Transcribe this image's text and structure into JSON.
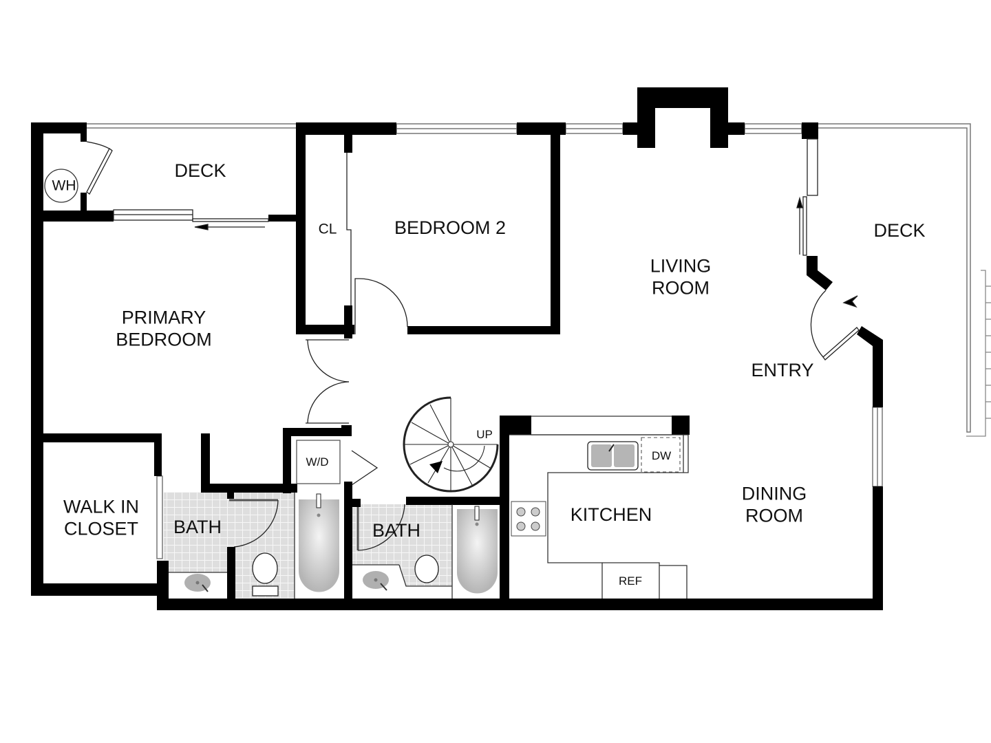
{
  "floor_plan": {
    "rooms": [
      {
        "id": "deck-west",
        "label": "DECK"
      },
      {
        "id": "bedroom-2",
        "label": "BEDROOM 2"
      },
      {
        "id": "closet",
        "label": "CL"
      },
      {
        "id": "living-room",
        "label_lines": [
          "LIVING",
          "ROOM"
        ]
      },
      {
        "id": "deck-east",
        "label": "DECK"
      },
      {
        "id": "primary-bedroom",
        "label_lines": [
          "PRIMARY",
          "BEDROOM"
        ]
      },
      {
        "id": "entry",
        "label": "ENTRY"
      },
      {
        "id": "walk-in-closet",
        "label_lines": [
          "WALK IN",
          "CLOSET"
        ]
      },
      {
        "id": "bath-primary",
        "label": "BATH"
      },
      {
        "id": "bath-hall",
        "label": "BATH"
      },
      {
        "id": "kitchen",
        "label": "KITCHEN"
      },
      {
        "id": "dining-room",
        "label_lines": [
          "DINING",
          "ROOM"
        ]
      }
    ],
    "fixtures": {
      "water_heater": "WH",
      "washer_dryer": "W/D",
      "dishwasher": "DW",
      "refrigerator": "REF",
      "stairs": "UP"
    },
    "colors": {
      "wall": "#000000",
      "tile": "#e6e6e6",
      "fixture": "#bdbdbd",
      "window": "#888888"
    }
  }
}
